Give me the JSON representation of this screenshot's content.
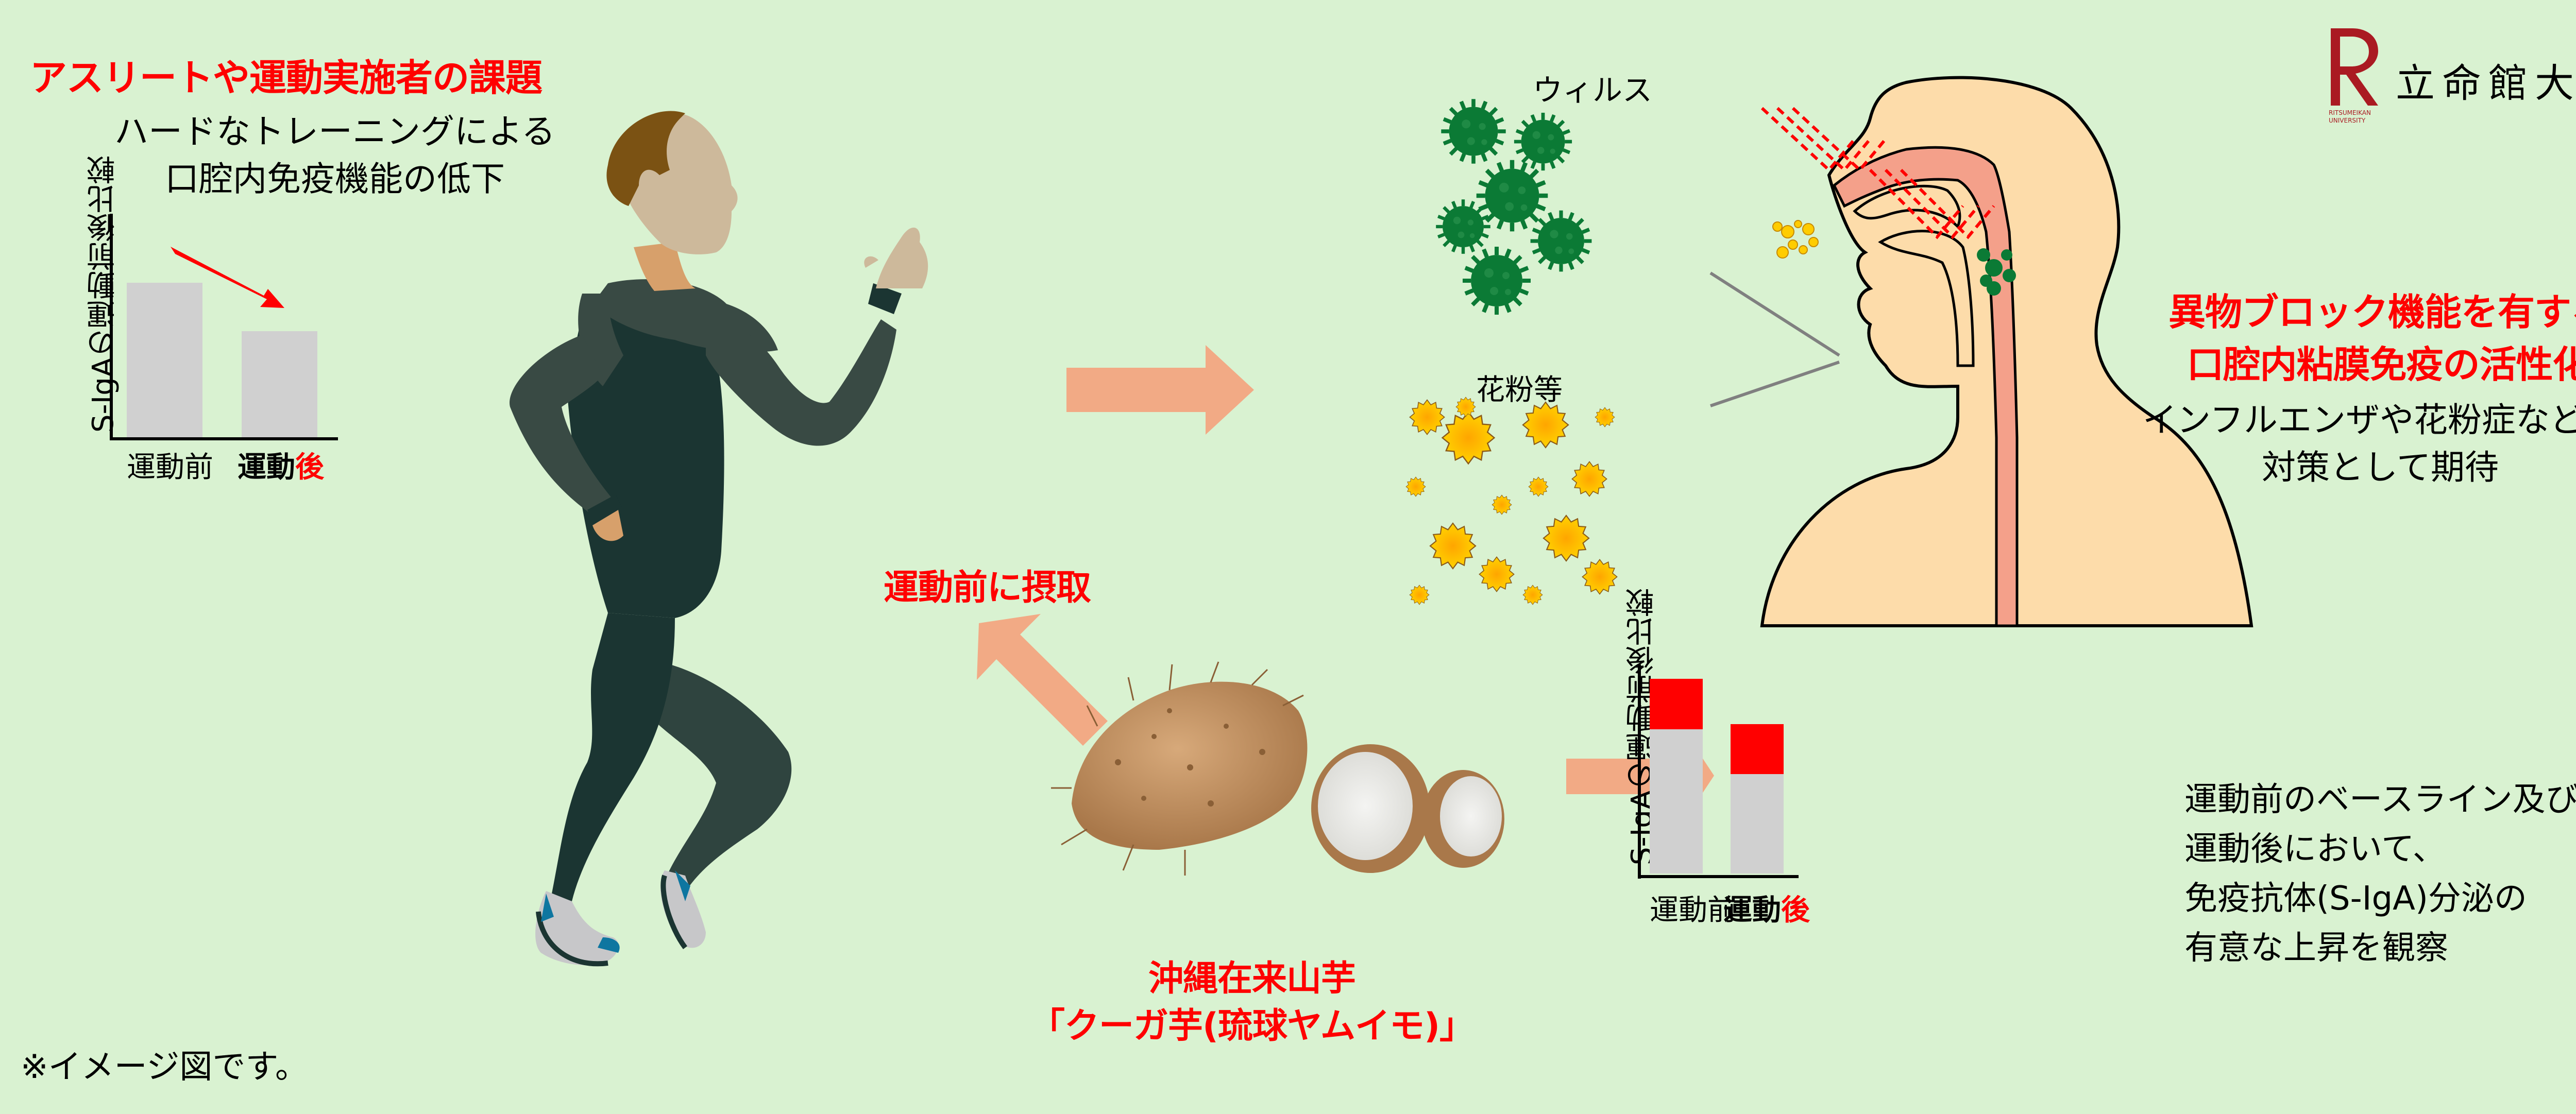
{
  "left_panel": {
    "title": "アスリートや運動実施者の課題",
    "subtitle_lines": [
      "ハードなトレーニングによる",
      "口腔内免疫機能の低下"
    ]
  },
  "chart_data": [
    {
      "type": "bar",
      "title": "",
      "ylabel": "S-IgAの運動前後比較",
      "xlabel": "",
      "categories": [
        "運動前",
        "運動後"
      ],
      "values": [
        72,
        50
      ],
      "grid": false,
      "annotation": "red downward arrow from 運動前 bar to 運動後 bar",
      "bar_color": "#d0d0d0",
      "ylim": [
        0,
        100
      ]
    },
    {
      "type": "bar",
      "title": "",
      "ylabel": "S-IgAの運動前後比較",
      "xlabel": "",
      "categories": [
        "運動前",
        "運動後"
      ],
      "series": [
        {
          "name": "baseline",
          "color": "#d0d0d0",
          "values": [
            68,
            45
          ]
        },
        {
          "name": "increase",
          "color": "#ff0000",
          "values": [
            23,
            23
          ]
        }
      ],
      "stacked": true,
      "grid": false,
      "ylim": [
        0,
        100
      ]
    }
  ],
  "left_chart": {
    "ylabel": "S-IgAの運動前後比較",
    "x_before": "運動前",
    "x_after_prefix": "運動",
    "x_after_suffix": "後"
  },
  "right_chart": {
    "ylabel": "S-IgAの運動前後比較",
    "x_before": "運動前",
    "x_after_prefix": "運動",
    "x_after_suffix": "後"
  },
  "intake_label": "運動前に摂取",
  "yam_label_lines": [
    "沖縄在来山芋",
    "「クーガ芋(琉球ヤムイモ)」"
  ],
  "virus_label": "ウィルス",
  "pollen_label": "花粉等",
  "effect_title_lines": [
    "異物ブロック機能を有する",
    "口腔内粘膜免疫の活性化"
  ],
  "effect_desc_lines": [
    "インフルエンザや花粉症などの",
    "対策として期待"
  ],
  "result_lines": [
    "運動前のベースライン及び",
    "運動後において、",
    "免疫抗体(S-IgA)分泌の",
    "有意な上昇を観察"
  ],
  "footnote": "※イメージ図です。",
  "logo": {
    "letter": "R",
    "en_lines": [
      "RITSUMEIKAN",
      "UNIVERSITY"
    ],
    "name": "立命館大学"
  },
  "colors": {
    "background": "#d9f2d1",
    "accent_red": "#ff0000",
    "bar_gray": "#d0d0d0",
    "arrow_salmon": "#f2aa85",
    "virus_green": "#0b7a35",
    "pollen_yellow": "#ffcc00",
    "skin": "#fddcaa",
    "mucosa": "#f4a08a",
    "logo_red": "#aa1a22"
  }
}
